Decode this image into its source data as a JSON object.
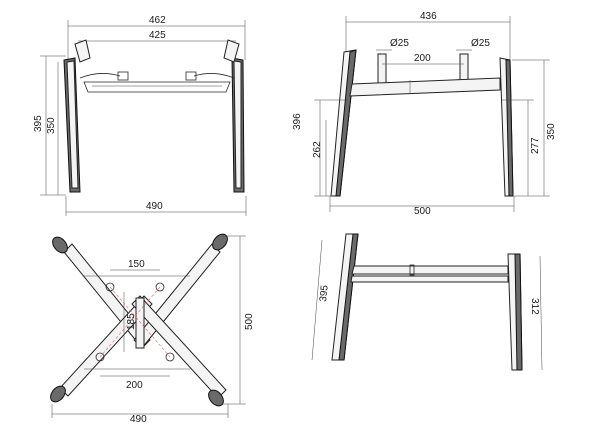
{
  "views": {
    "front": {
      "width_outer": "462",
      "width_inner": "425",
      "height_total": "395",
      "height_leg": "350",
      "width_base": "490"
    },
    "side": {
      "width_top": "436",
      "hole_left": "Ø25",
      "hole_right": "Ø25",
      "hole_spacing": "200",
      "height_total": "396",
      "height_frame_left": "262",
      "height_frame_right": "277",
      "height_leg": "350",
      "width_base": "500"
    },
    "top": {
      "upper_spacing": "150",
      "center_height": "185",
      "lower_spacing": "200",
      "depth": "500",
      "width": "490"
    },
    "perspective": {
      "leg_left": "395",
      "leg_right": "312"
    }
  }
}
